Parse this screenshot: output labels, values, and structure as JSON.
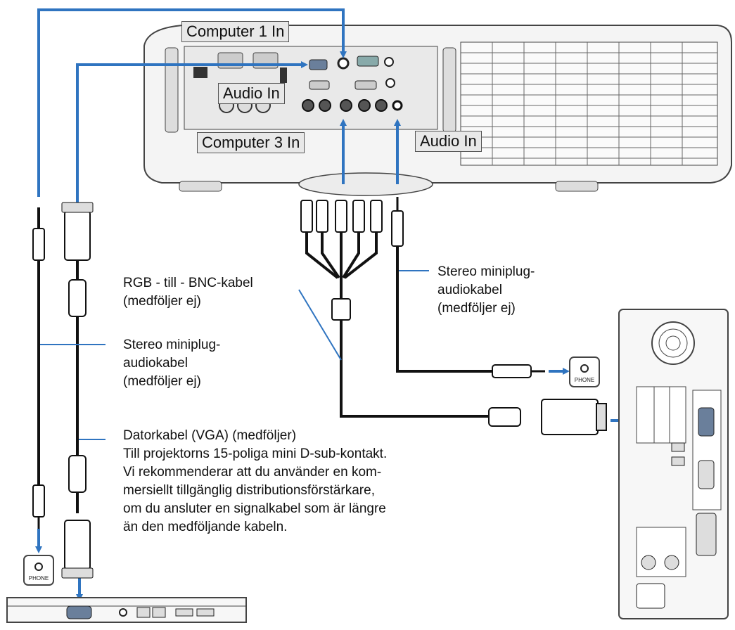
{
  "callouts": {
    "computer1_in": "Computer 1 In",
    "audio_in_top": "Audio In",
    "computer3_in": "Computer 3 In",
    "audio_in_right": "Audio In"
  },
  "notes": {
    "stereo_left": "Stereo miniplug-\naudiokabel\n(medföljer ej)",
    "rgb_bnc": "RGB - till - BNC-kabel\n(medföljer ej)",
    "stereo_right": "Stereo miniplug-\naudiokabel\n(medföljer ej)",
    "datorkabel": "Datorkabel (VGA) (medföljer)\nTill projektorns 15-poliga mini D-sub-kontakt.\nVi rekommenderar att du använder en kom-\nmersiellt tillgänglig distributionsförstärkare,\nom du ansluter en signalkabel som är längre\nän den medföljande kabeln."
  },
  "jacks": {
    "phone_label": "PHONE"
  },
  "colors": {
    "arrow_blue": "#2f74c0",
    "cable_black": "#111111",
    "device_gray": "#555555"
  }
}
